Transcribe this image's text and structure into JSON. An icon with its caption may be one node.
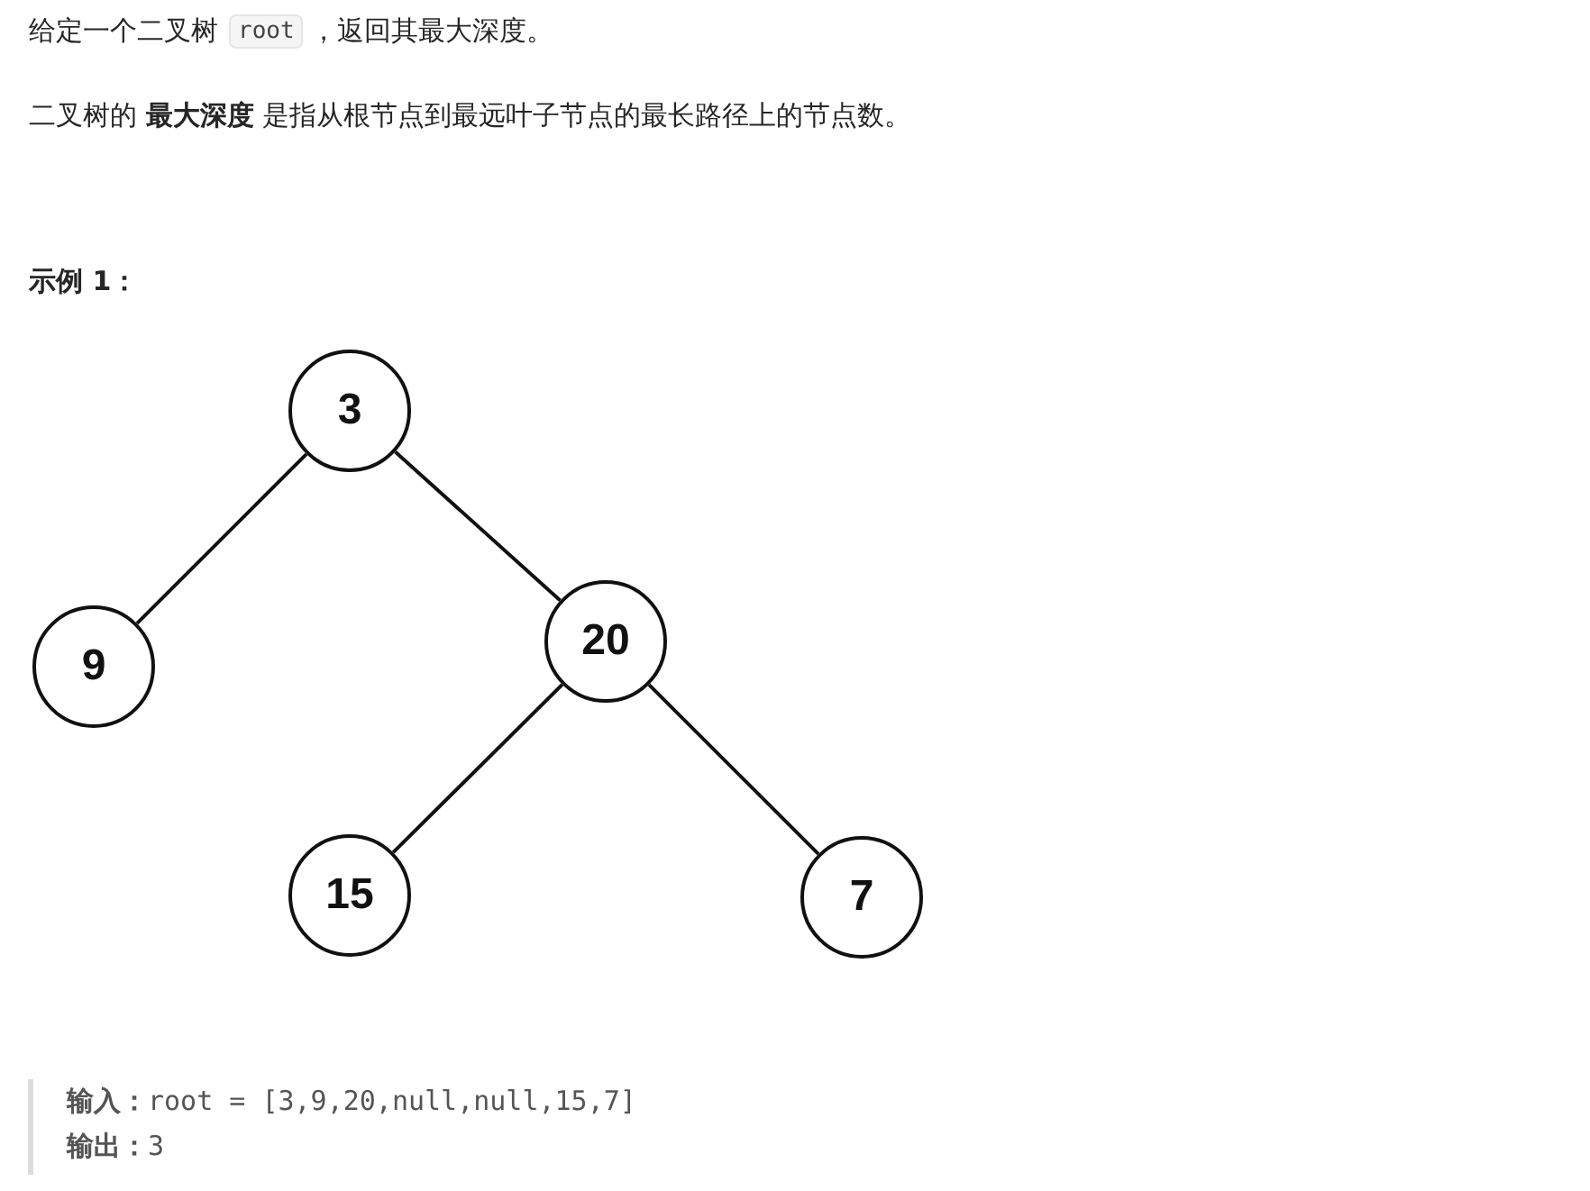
{
  "diagram": {
    "nodes": [
      {
        "text": [
          "3"
        ]
      },
      {
        "text": [
          "9"
        ]
      },
      {
        "text": [
          "20"
        ]
      },
      {
        "text": [
          "15"
        ]
      },
      {
        "text": [
          "7"
        ]
      }
    ],
    "edges": [
      {
        "from": 0,
        "to": 1,
        "arrow": "none"
      },
      {
        "from": 0,
        "to": 2,
        "arrow": "none"
      },
      {
        "from": 2,
        "to": 3,
        "arrow": "none"
      },
      {
        "from": 2,
        "to": 4,
        "arrow": "none"
      }
    ],
    "labels": [
      "给定一个二叉树",
      "root",
      "，返回其最大深度。",
      "二叉树的 **最大深度** 是指从根节点到最远叶子节点的最长路径上的节点数。",
      "示例 1：",
      "**输入：**root = [3,9,20,null,null,15,7]",
      "**输出：**3"
    ]
  }
}
